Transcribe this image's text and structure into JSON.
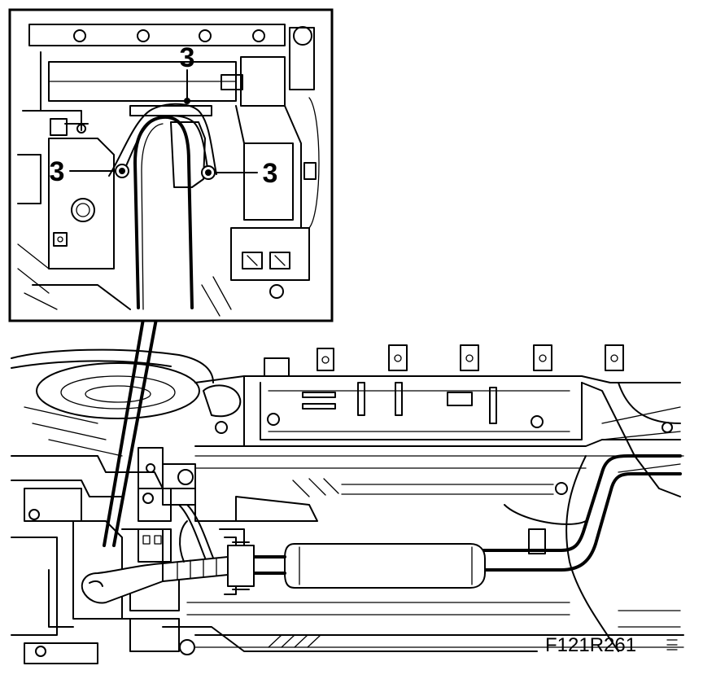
{
  "figure_id": "F121R261",
  "callouts": [
    {
      "label": "3"
    },
    {
      "label": "3"
    },
    {
      "label": "3"
    }
  ]
}
